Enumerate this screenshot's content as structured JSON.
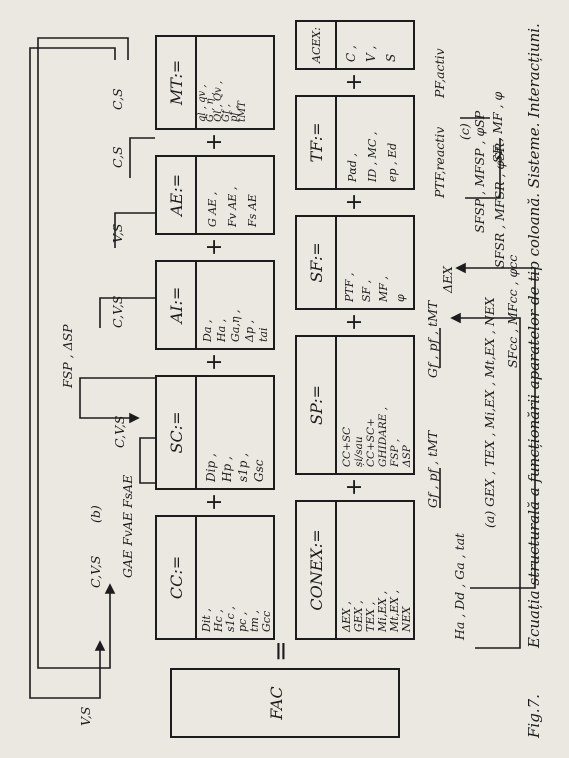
{
  "caption": {
    "fig": "Fig.7.",
    "text": "Ecuația structurală a funcționării aparatelor de tip coloană. Sisteme. Interacțiuni."
  },
  "equals": "=",
  "blocks": [
    {
      "id": "fac",
      "header": "",
      "body": "FAC"
    },
    {
      "id": "cc",
      "header": "CC:=",
      "body": "Dit ,\nHc ,\ns1c ,\npc ,\ntm ,\nGcc"
    },
    {
      "id": "sc",
      "header": "SC:=",
      "body": "Dip ,\nHp ,\ns1p ,\nGsc"
    },
    {
      "id": "ai",
      "header": "AI:=",
      "body": "Da ,\nHa ,\nGa,η ,\nΔp ,\ntai"
    },
    {
      "id": "ae",
      "header": "AE:=",
      "body": "G AE ,\nFv AE ,\nFs AE"
    },
    {
      "id": "mt",
      "header": "MT:=",
      "body": "ql , qv ,\nG , η ,\nQl , Qv ,\nGf ,\npf ,\ntMT"
    },
    {
      "id": "conex",
      "header": "CONEX:=",
      "body": "ΔEX ,\nGEX ,\nTEX ,\nMi,EX ,\nMt,EX ,\nNEX"
    },
    {
      "id": "sp",
      "header": "SP:=",
      "body": "CC+SC\nși/sau\nCC+SC+\nGHIDARE ,\nFSP ,\nΔSP"
    },
    {
      "id": "sf",
      "header": "SF:=",
      "body": "PTF ,\nSF ,\nMF ,\nφ"
    },
    {
      "id": "tf",
      "header": "TF:=",
      "body": "Pαd ,\nID , MC ,\nep , Ed"
    },
    {
      "id": "acex",
      "header": "ACEX:",
      "body": "C ,\nV ,\nS"
    }
  ],
  "labels": {
    "vs_left": "V,S",
    "cvs_left": "C,V,S",
    "b": "(b)",
    "gae_fae": "GAE FvAE FsAE",
    "cvs_mid": "C,V,S",
    "fsp": "FSP , ΔSP",
    "cvs_conex": "C,V,S",
    "vs_sp": "V,S",
    "cs_sf": "C,S",
    "cs_tf": "C,S",
    "a": "(a) GEX , TEX , Mi,EX , Mt,EX , NEX",
    "hdgt": "Ha , Dd , Ga , tat",
    "gpt_ai": "Gf , pf , tMT",
    "gpt_mt": "Gf , pf , tMT",
    "dex": "ΔEX",
    "sp_right": "SFSP , MFSP , φSP",
    "sr_right": "SFSR , MFSR , φSR",
    "scc": "SFcc , MFcc , φcc",
    "c": "(c)",
    "sfmf": "SF , MF , φ",
    "ptf_reactiv": "PTF,reactiv",
    "pf_activ": "PF,activ"
  }
}
